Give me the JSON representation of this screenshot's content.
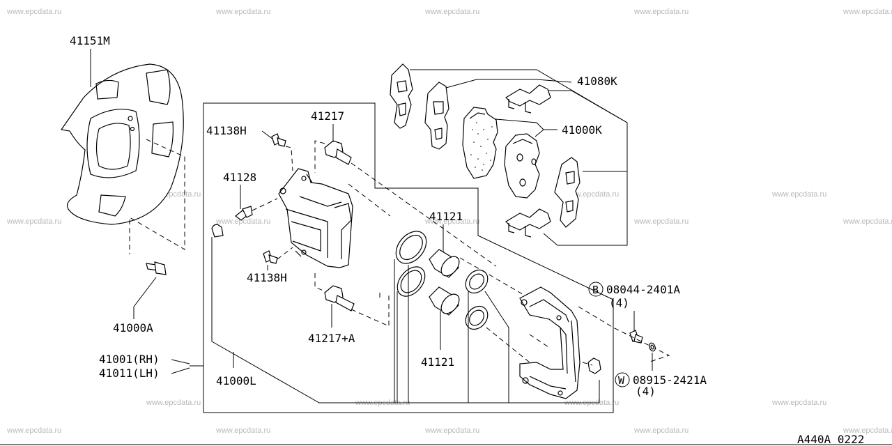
{
  "watermark": "www.epcdata.ru",
  "diagram_code": "A440A 0222",
  "labels": {
    "l41151M": "41151M",
    "l41080K": "41080K",
    "l41000K": "41000K",
    "l41217": "41217",
    "l41138H_top": "41138H",
    "l41128": "41128",
    "l41121_top": "41121",
    "l41138H_bot": "41138H",
    "l41000A": "41000A",
    "l08044": "08044-2401A",
    "l08044_qty": "(4)",
    "l08044_badge": "B",
    "l41217A": "41217+A",
    "l41121_bot": "41121",
    "l41001": "41001(RH)",
    "l41011": "41011(LH)",
    "l41000L": "41000L",
    "l08915": "08915-2421A",
    "l08915_qty": "(4)",
    "l08915_badge": "W"
  }
}
